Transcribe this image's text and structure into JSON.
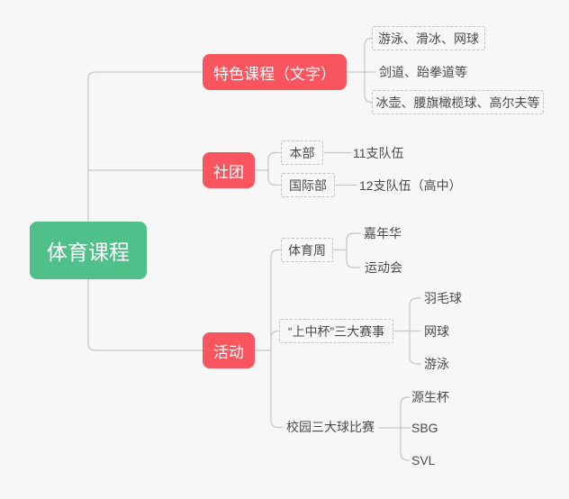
{
  "canvas": {
    "background_color": "#F7F7F7",
    "connector_color": "#C5C5C5"
  },
  "palette": {
    "root_green": "#4FC08A",
    "branch_red": "#F8555F",
    "node_text_white": "#FFFFFF",
    "leaf_text_gray": "#4A4A4A",
    "dashed_border_gray": "#C2C2C2"
  },
  "root": {
    "label": "体育课程"
  },
  "branches": [
    {
      "label": "特色课程（文字）",
      "children": [
        {
          "label": "游泳、滑冰、网球",
          "boxed": true
        },
        {
          "label": "剑道、跆拳道等",
          "boxed": false
        },
        {
          "label": "冰壶、腰旗橄榄球、高尔夫等",
          "boxed": true
        }
      ]
    },
    {
      "label": "社团",
      "children": [
        {
          "label": "本部",
          "boxed": true,
          "children": [
            {
              "label": "11支队伍"
            }
          ]
        },
        {
          "label": "国际部",
          "boxed": true,
          "children": [
            {
              "label": "12支队伍（高中）"
            }
          ]
        }
      ]
    },
    {
      "label": "活动",
      "children": [
        {
          "label": "体育周",
          "boxed": true,
          "children": [
            {
              "label": "嘉年华"
            },
            {
              "label": "运动会"
            }
          ]
        },
        {
          "label": "“上中杯”三大赛事",
          "boxed": true,
          "children": [
            {
              "label": "羽毛球"
            },
            {
              "label": "网球"
            },
            {
              "label": "游泳"
            }
          ]
        },
        {
          "label": "校园三大球比赛",
          "boxed": false,
          "children": [
            {
              "label": "源生杯"
            },
            {
              "label": "SBG"
            },
            {
              "label": "SVL"
            }
          ]
        }
      ]
    }
  ]
}
